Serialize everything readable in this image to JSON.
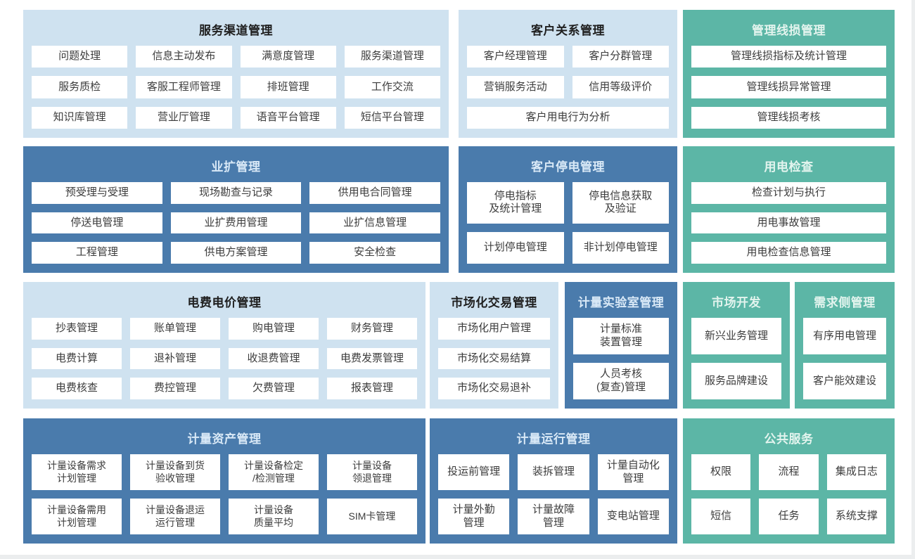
{
  "colors": {
    "light_blue_block": "#cfe2f0",
    "dark_blue_block": "#4a7bac",
    "teal_block": "#5cb6a6",
    "item_bg": "#ffffff",
    "item_text": "#3c3c3c",
    "title_on_light": "#1f1f1f",
    "title_on_dark_blue": "#d9e9f7",
    "title_on_teal": "#e3f4ee",
    "page_bg": "#ffffff",
    "edge_strip": "#ebedee"
  },
  "blocks": [
    {
      "title": "服务渠道管理",
      "theme": "light",
      "columns": 4,
      "items": [
        {
          "label": "问题处理"
        },
        {
          "label": "信息主动发布"
        },
        {
          "label": "满意度管理"
        },
        {
          "label": "服务渠道管理"
        },
        {
          "label": "服务质检"
        },
        {
          "label": "客服工程师管理"
        },
        {
          "label": "排班管理"
        },
        {
          "label": "工作交流"
        },
        {
          "label": "知识库管理"
        },
        {
          "label": "营业厅管理"
        },
        {
          "label": "语音平台管理"
        },
        {
          "label": "短信平台管理"
        }
      ]
    },
    {
      "title": "客户关系管理",
      "theme": "light",
      "columns": 2,
      "items": [
        {
          "label": "客户经理管理"
        },
        {
          "label": "客户分群管理"
        },
        {
          "label": "营销服务活动"
        },
        {
          "label": "信用等级评价"
        },
        {
          "label": "客户用电行为分析",
          "span": 2
        }
      ]
    },
    {
      "title": "管理线损管理",
      "theme": "teal",
      "columns": 1,
      "items": [
        {
          "label": "管理线损指标及统计管理"
        },
        {
          "label": "管理线损异常管理"
        },
        {
          "label": "管理线损考核"
        }
      ]
    },
    {
      "title": "业扩管理",
      "theme": "dark",
      "columns": 3,
      "items": [
        {
          "label": "预受理与受理"
        },
        {
          "label": "现场勘查与记录"
        },
        {
          "label": "供用电合同管理"
        },
        {
          "label": "停送电管理"
        },
        {
          "label": "业扩费用管理"
        },
        {
          "label": "业扩信息管理"
        },
        {
          "label": "工程管理"
        },
        {
          "label": "供电方案管理"
        },
        {
          "label": "安全检查"
        }
      ]
    },
    {
      "title": "客户停电管理",
      "theme": "dark",
      "columns": 2,
      "rows": "1.3fr 1fr",
      "items": [
        {
          "label": "停电指标\n及统计管理"
        },
        {
          "label": "停电信息获取\n及验证"
        },
        {
          "label": "计划停电管理"
        },
        {
          "label": "非计划停电管理"
        }
      ]
    },
    {
      "title": "用电检查",
      "theme": "teal",
      "columns": 1,
      "items": [
        {
          "label": "检查计划与执行"
        },
        {
          "label": "用电事故管理"
        },
        {
          "label": "用电检查信息管理"
        }
      ]
    },
    {
      "title": "电费电价管理",
      "theme": "light",
      "columns": 4,
      "items": [
        {
          "label": "抄表管理"
        },
        {
          "label": "账单管理"
        },
        {
          "label": "购电管理"
        },
        {
          "label": "财务管理"
        },
        {
          "label": "电费计算"
        },
        {
          "label": "退补管理"
        },
        {
          "label": "收退费管理"
        },
        {
          "label": "电费发票管理"
        },
        {
          "label": "电费核查"
        },
        {
          "label": "费控管理"
        },
        {
          "label": "欠费管理"
        },
        {
          "label": "报表管理"
        }
      ]
    },
    {
      "title": "市场化交易管理",
      "theme": "light",
      "columns": 1,
      "items": [
        {
          "label": "市场化用户管理"
        },
        {
          "label": "市场化交易结算"
        },
        {
          "label": "市场化交易退补"
        }
      ]
    },
    {
      "title": "计量实验室管理",
      "theme": "dark",
      "columns": 1,
      "items": [
        {
          "label": "计量标准\n装置管理"
        },
        {
          "label": "人员考核\n(复查)管理"
        }
      ]
    },
    {
      "title": "市场开发",
      "theme": "teal",
      "columns": 1,
      "items": [
        {
          "label": "新兴业务管理"
        },
        {
          "label": "服务品牌建设"
        }
      ]
    },
    {
      "title": "需求侧管理",
      "theme": "teal",
      "columns": 1,
      "items": [
        {
          "label": "有序用电管理"
        },
        {
          "label": "客户能效建设"
        }
      ]
    },
    {
      "title": "计量资产管理",
      "theme": "dark",
      "columns": 4,
      "items": [
        {
          "label": "计量设备需求\n计划管理"
        },
        {
          "label": "计量设备到货\n验收管理"
        },
        {
          "label": "计量设备检定\n/检测管理"
        },
        {
          "label": "计量设备\n领退管理"
        },
        {
          "label": "计量设备需用\n计划管理"
        },
        {
          "label": "计量设备退运\n运行管理"
        },
        {
          "label": "计量设备\n质量平均"
        },
        {
          "label": "SIM卡管理"
        }
      ]
    },
    {
      "title": "计量运行管理",
      "theme": "dark",
      "columns": 3,
      "items": [
        {
          "label": "投运前管理"
        },
        {
          "label": "装拆管理"
        },
        {
          "label": "计量自动化\n管理"
        },
        {
          "label": "计量外勤\n管理"
        },
        {
          "label": "计量故障\n管理"
        },
        {
          "label": "变电站管理"
        }
      ]
    },
    {
      "title": "公共服务",
      "theme": "teal",
      "columns": 3,
      "items": [
        {
          "label": "权限"
        },
        {
          "label": "流程"
        },
        {
          "label": "集成日志"
        },
        {
          "label": "短信"
        },
        {
          "label": "任务"
        },
        {
          "label": "系统支撑"
        }
      ]
    }
  ]
}
